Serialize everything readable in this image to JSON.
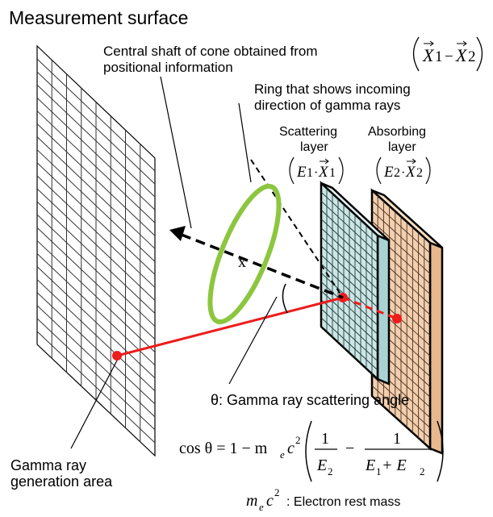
{
  "labels": {
    "measurement_surface": "Measurement surface",
    "central_shaft_line1": "Central shaft of cone obtained from",
    "central_shaft_line2": "positional information",
    "ring_line1": "Ring that shows incoming",
    "ring_line2": "direction of gamma rays",
    "scattering_line1": "Scattering",
    "scattering_line2": "layer",
    "absorbing_line1": "Absorbing",
    "absorbing_line2": "layer",
    "theta_label": "θ: Gamma ray scattering angle",
    "generation_line1": "Gamma ray",
    "generation_line2": "generation area",
    "electron_rest_mass": ": Electron rest mass"
  },
  "math": {
    "vector_diff": {
      "x1": "X",
      "i1": "1",
      "minus": "−",
      "x2": "X",
      "i2": "2"
    },
    "scattering_params": {
      "e": "E",
      "i1": "1",
      "dot": "·",
      "x": "X",
      "i2": "1"
    },
    "absorbing_params": {
      "e": "E",
      "i1": "2",
      "dot": "·",
      "x": "X",
      "i2": "2"
    },
    "formula": {
      "lhs": "cos θ = 1 − m",
      "sub_e": "e",
      "c": "c",
      "sq": "2",
      "one": "1",
      "den1_e": "E",
      "den1_sub": "2",
      "minus": "−",
      "den2": "E",
      "den2_sub1": "1",
      "den2_plus": " + E",
      "den2_sub2": "2"
    },
    "rest_mass": {
      "m": "m",
      "sub_e": "e",
      "c": "c",
      "sq": "2"
    }
  },
  "colors": {
    "grid_line": "#333333",
    "scatter_fill": "#cce6e6",
    "absorber_fill": "#f2cfae",
    "absorber_side": "#e7b88e",
    "ring": "#8cc63f",
    "beam": "#ee1c1c"
  }
}
